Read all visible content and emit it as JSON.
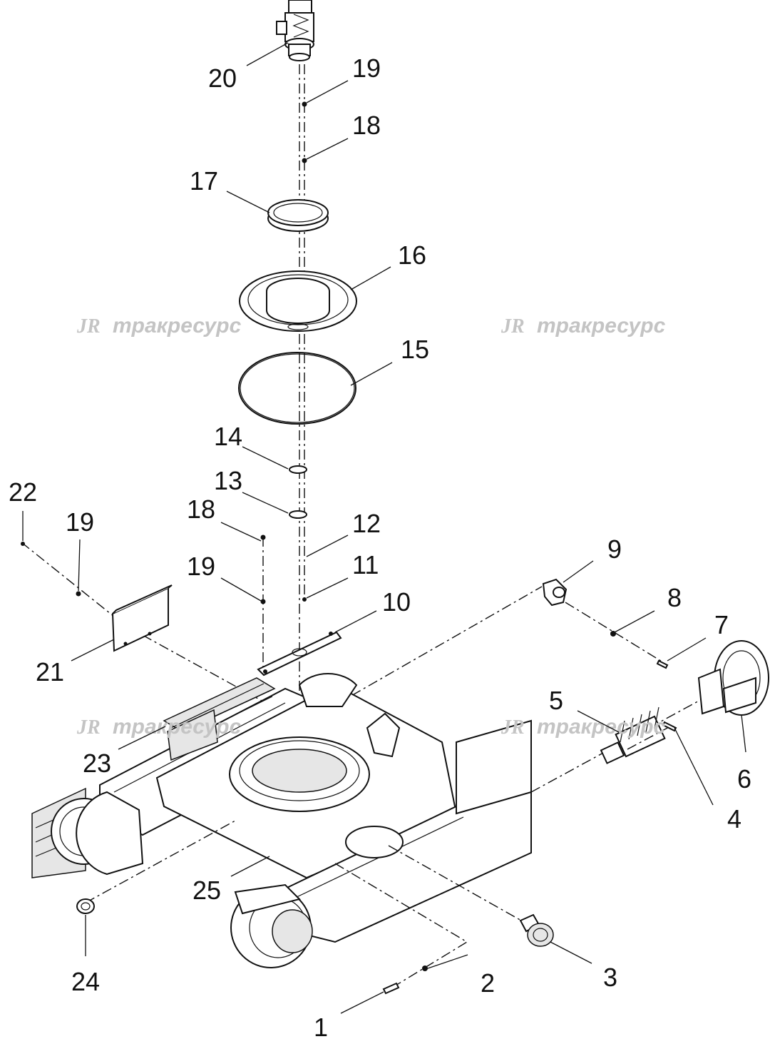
{
  "watermark": {
    "text": "тракресурс"
  },
  "callouts": [
    "1",
    "2",
    "3",
    "4",
    "5",
    "6",
    "7",
    "8",
    "9",
    "10",
    "11",
    "12",
    "13",
    "14",
    "15",
    "16",
    "17",
    "18",
    "19",
    "20",
    "21",
    "22",
    "23",
    "24",
    "25"
  ],
  "callouts_extra": [
    "18",
    "19",
    "19"
  ]
}
